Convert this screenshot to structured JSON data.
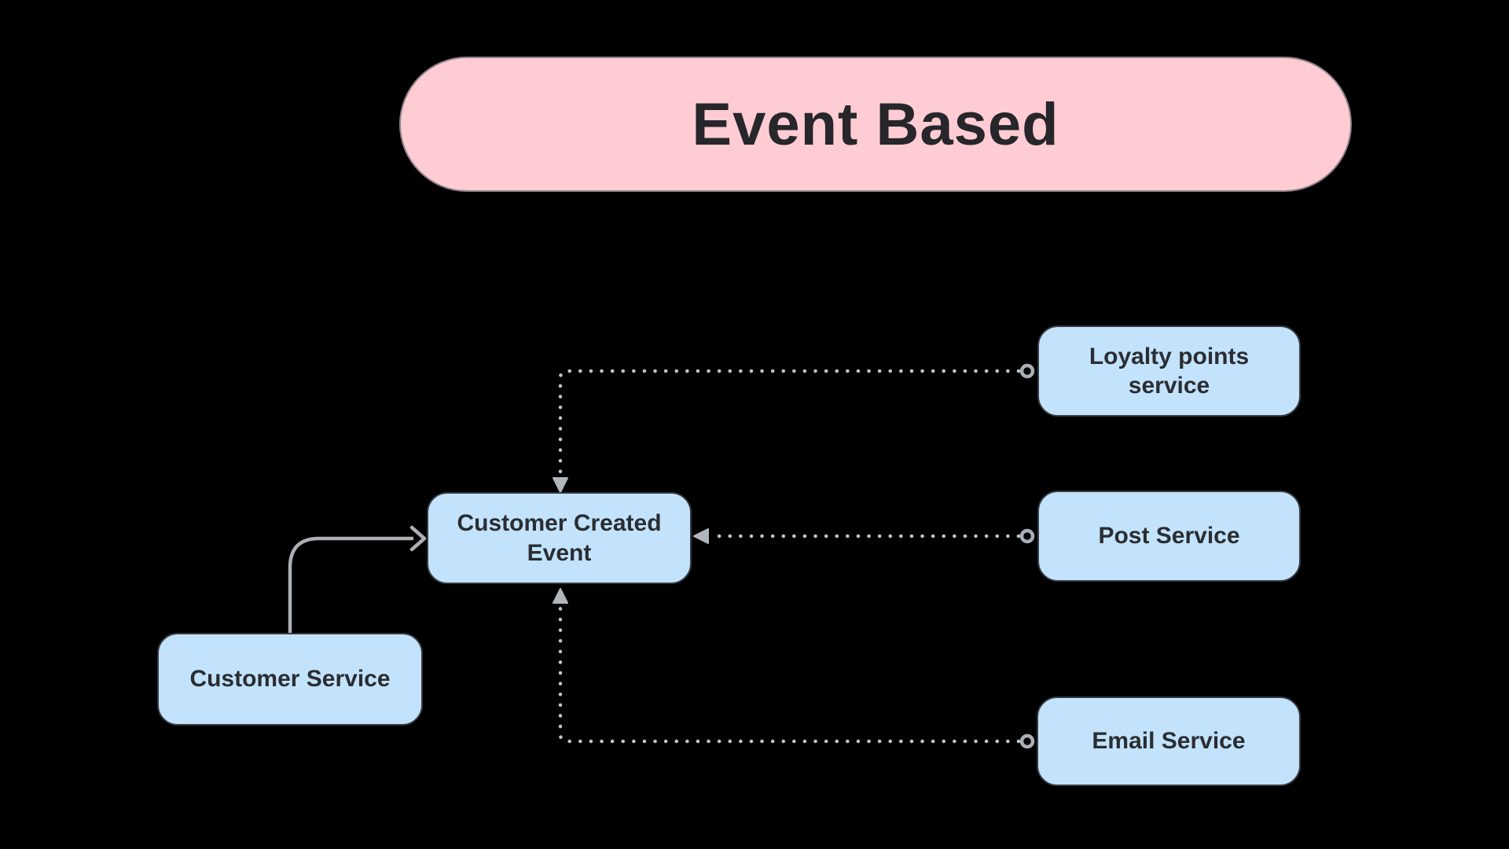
{
  "title": "Event Based",
  "colors": {
    "background": "#000000",
    "title_fill": "#FFCCD3",
    "title_text": "#26262B",
    "node_fill": "#C3E3FC",
    "node_border": "#363A3F",
    "node_text": "#2A2D32",
    "dotted_connector": "#BFC4C9",
    "solid_connector": "#ACAFB4",
    "arrowhead": "#B0B6BC"
  },
  "nodes": [
    {
      "id": "customer-service",
      "label": "Customer Service"
    },
    {
      "id": "customer-created-event",
      "label": "Customer Created Event"
    },
    {
      "id": "loyalty-points-service",
      "label": "Loyalty points service"
    },
    {
      "id": "post-service",
      "label": "Post Service"
    },
    {
      "id": "email-service",
      "label": "Email Service"
    }
  ],
  "edges": [
    {
      "from": "customer-service",
      "to": "customer-created-event",
      "style": "solid",
      "arrow": "open-chevron"
    },
    {
      "from": "loyalty-points-service",
      "to": "customer-created-event",
      "style": "dotted",
      "arrow": "filled-triangle",
      "source_marker": "circle"
    },
    {
      "from": "post-service",
      "to": "customer-created-event",
      "style": "dotted",
      "arrow": "filled-triangle",
      "source_marker": "circle"
    },
    {
      "from": "email-service",
      "to": "customer-created-event",
      "style": "dotted",
      "arrow": "filled-triangle",
      "source_marker": "circle"
    }
  ]
}
